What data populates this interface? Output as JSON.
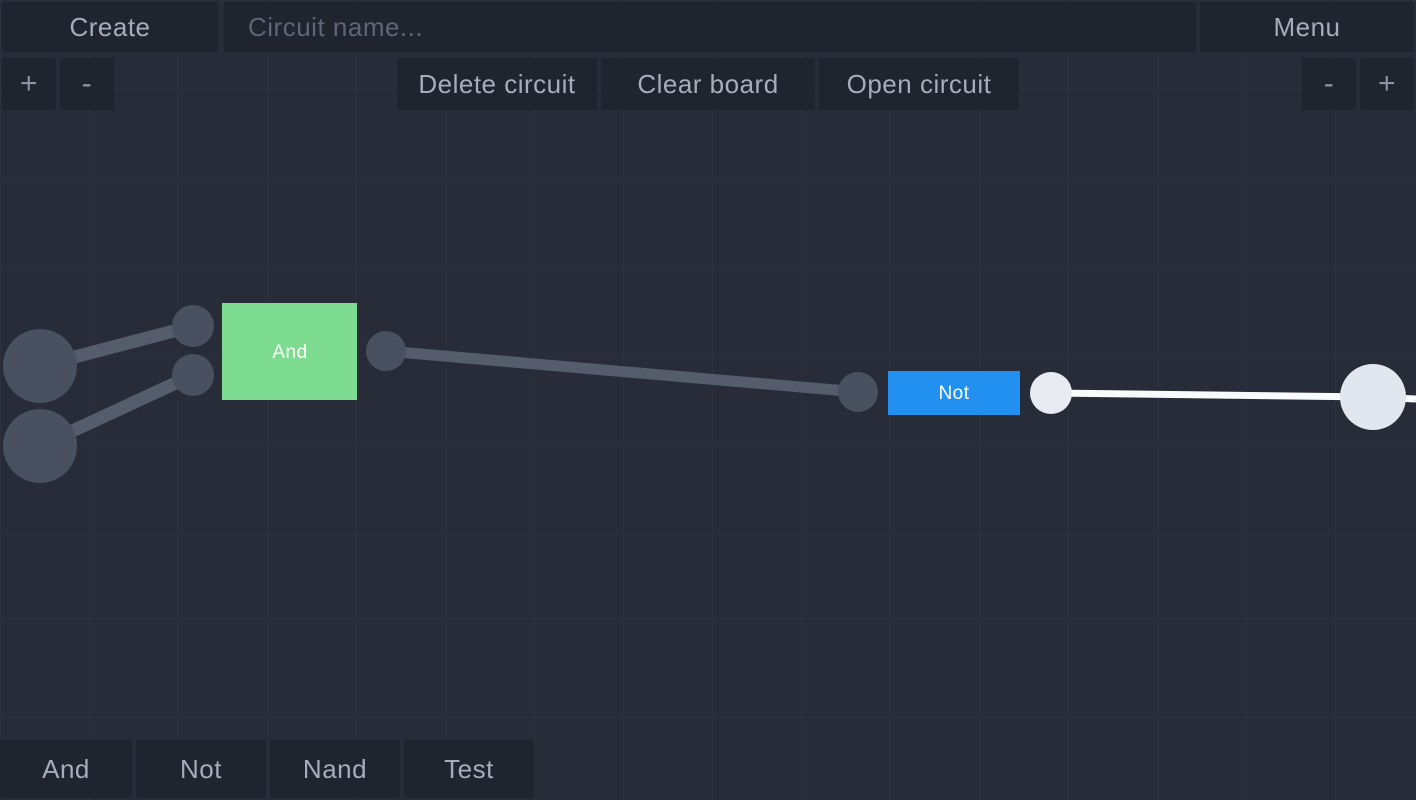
{
  "top_bar": {
    "create_label": "Create",
    "circuit_name_placeholder": "Circuit name...",
    "menu_label": "Menu"
  },
  "toolbar": {
    "zoom_in_left": "+",
    "zoom_out_left": "-",
    "delete_circuit": "Delete circuit",
    "clear_board": "Clear board",
    "open_circuit": "Open circuit",
    "zoom_out_right": "-",
    "zoom_in_right": "+"
  },
  "canvas": {
    "gates": [
      {
        "label": "And",
        "type": "and",
        "color": "#7edc90",
        "state": "inactive"
      },
      {
        "label": "Not",
        "type": "not",
        "color": "#2190f0",
        "state": "active-output"
      }
    ],
    "nodes": {
      "inputs": 2,
      "outputs": 1,
      "output_state": "on"
    },
    "colors": {
      "background": "#272c38",
      "and_gate": "#7edc90",
      "not_gate": "#2190f0",
      "node_off": "#49505f",
      "wire_off": "#555c6b",
      "node_on": "#e2e6ee",
      "wire_on": "#f8fafc"
    }
  },
  "bottom_bar": {
    "items": [
      {
        "label": "And"
      },
      {
        "label": "Not"
      },
      {
        "label": "Nand"
      },
      {
        "label": "Test"
      }
    ]
  }
}
